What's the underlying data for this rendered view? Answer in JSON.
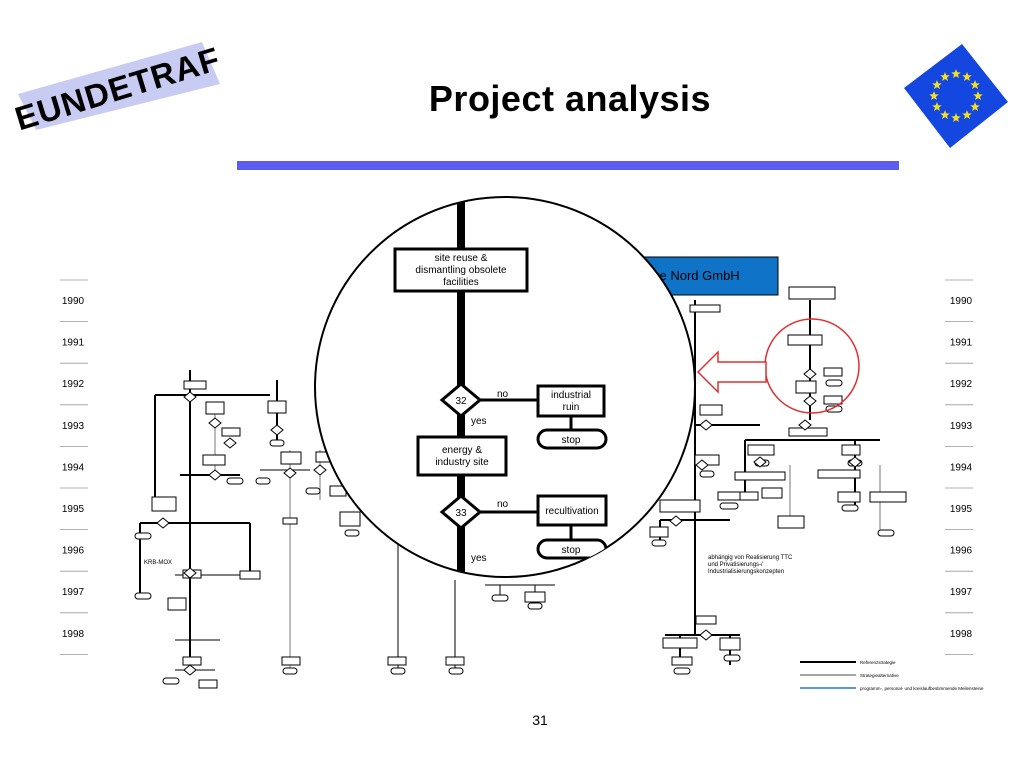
{
  "header": {
    "title": "Project analysis",
    "logo_text": "EUNDETRAF",
    "page_number": "31"
  },
  "timeline": {
    "years": [
      "1990",
      "1991",
      "1992",
      "1993",
      "1994",
      "1995",
      "1996",
      "1997",
      "1998"
    ]
  },
  "company_box": {
    "label": "ke Nord GmbH",
    "color": "#0f73c8"
  },
  "zoom": {
    "reuse_box": "site reuse & dismantling obsolete facilities",
    "decision_1": "32",
    "decision_1_no": "no",
    "decision_1_yes": "yes",
    "outcome_1": "industrial ruin",
    "stop_1": "stop",
    "energy_box": "energy & industry site",
    "decision_2": "33",
    "decision_2_no": "no",
    "decision_2_yes": "yes",
    "outcome_2": "recultivation",
    "stop_2": "stop"
  },
  "annotations": {
    "krb": "KRB-MOX",
    "dependency_note": "abhängig von Realisierung TTC und Privatisierungs-/ Industrialisierungskonzepten"
  },
  "legend": [
    {
      "label": "Referenzstrategie",
      "color": "#000000"
    },
    {
      "label": "Strategiealternative",
      "color": "#888888"
    },
    {
      "label": "programm-, personal- und kreislaufbestimmende Meilensteine",
      "color": "#1e78c8"
    }
  ],
  "colors": {
    "accent_rule": "#5c5cf0",
    "highlight_circle": "#e03030",
    "flag_blue": "#1446e0",
    "flag_star": "#f5e020"
  }
}
